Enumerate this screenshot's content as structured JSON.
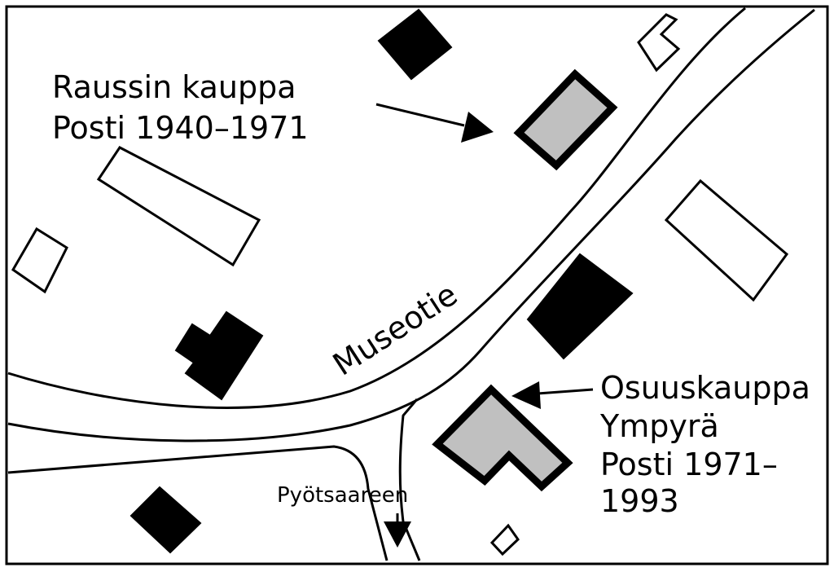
{
  "labels": {
    "raussin_line1": "Raussin kauppa",
    "raussin_line2": "Posti 1940–1971",
    "street": "Museotie",
    "side_road": "Pyötsaareen",
    "osuus_line1": "Osuuskauppa",
    "osuus_line2": "Ympyrä",
    "osuus_line3": "Posti 1971–",
    "osuus_line4": "1993"
  },
  "colors": {
    "ink": "#000000",
    "paper": "#ffffff",
    "highlight": "#c0c0c0"
  }
}
